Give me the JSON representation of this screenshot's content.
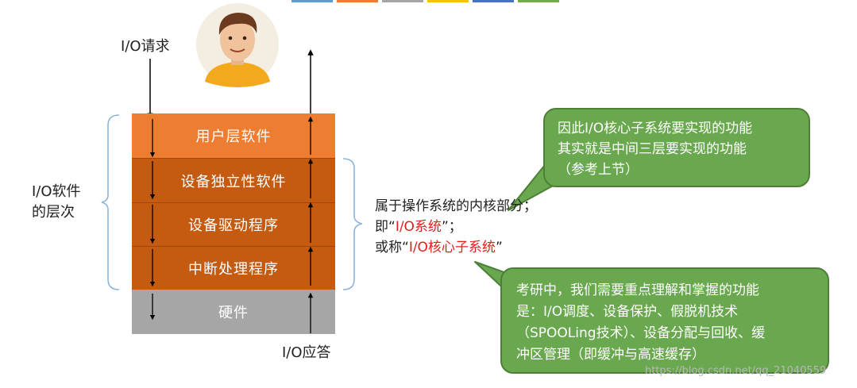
{
  "top_swatches": [
    "#5b9bd5",
    "#ed7d31",
    "#a5a5a5",
    "#ffc000",
    "#4472c4",
    "#70ad47"
  ],
  "colors": {
    "user_layer": "#ed7d31",
    "kernel_layer": "#c55a11",
    "hardware_layer": "#a6a6a6",
    "bubble": "#6aa84f",
    "highlight": "#e0201a"
  },
  "labels": {
    "io_request": "I/O请求",
    "io_response": "I/O应答",
    "io_software_levels_line1": "I/O软件",
    "io_software_levels_line2": "的层次"
  },
  "layers": [
    {
      "label": "用户层软件"
    },
    {
      "label": "设备独立性软件"
    },
    {
      "label": "设备驱动程序"
    },
    {
      "label": "中断处理程序"
    },
    {
      "label": "硬件"
    }
  ],
  "kernel_note": {
    "line1": "属于操作系统的内核部分；",
    "line2_prefix": "即“",
    "line2_red": "I/O系统",
    "line2_suffix": "”；",
    "line3_prefix": "或称“",
    "line3_red": "I/O核心子系统",
    "line3_suffix": "”"
  },
  "bubble_top": {
    "line1": "因此I/O核心子系统要实现的功能",
    "line2": "其实就是中间三层要实现的功能",
    "line3": "（参考上节）"
  },
  "bubble_bottom": {
    "line1": "考研中，我们需要重点理解和掌握的功能",
    "line2": "是：I/O调度、设备保护、假脱机技术",
    "line3": "（SPOOLing技术）、设备分配与回收、缓",
    "line4": "冲区管理（即缓冲与高速缓存）"
  },
  "watermark": "https://blog.csdn.net/qq_21040559",
  "avatar": {
    "icon": "person-avatar-icon"
  }
}
